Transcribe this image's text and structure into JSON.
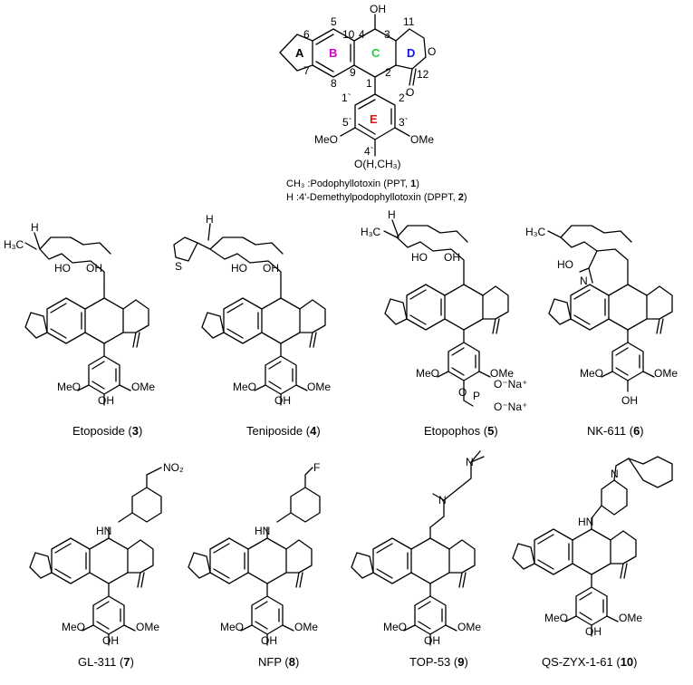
{
  "parent": {
    "ring_labels": [
      {
        "id": "A",
        "text": "A",
        "color": "#000000"
      },
      {
        "id": "B",
        "text": "B",
        "color": "#d000c8"
      },
      {
        "id": "C",
        "text": "C",
        "color": "#1dcf3a"
      },
      {
        "id": "D",
        "text": "D",
        "color": "#1515e0"
      },
      {
        "id": "E",
        "text": "E",
        "color": "#e01515"
      }
    ],
    "atom_numbers": [
      "5",
      "4",
      "10",
      "3",
      "11",
      "6",
      "7",
      "8",
      "9",
      "1",
      "2",
      "12",
      "1`",
      "2`",
      "5`",
      "3`",
      "4`"
    ],
    "groups": {
      "oh": "OH",
      "o_lactone": "O",
      "o_carbonyl": "O",
      "ome_left": "MeO",
      "ome_right": "OMe",
      "o_sub": "O(H,CH₃)"
    },
    "legend": [
      {
        "prefix": "CH₃ :Podophyllotoxin (PPT, ",
        "num": "1",
        "suffix": ")"
      },
      {
        "prefix": "H   :4'-Demethylpodophyllotoxin (DPPT, ",
        "num": "2",
        "suffix": ")"
      }
    ]
  },
  "compounds": [
    {
      "name": "Etoposide (",
      "num": "3",
      "close": ")"
    },
    {
      "name": "Teniposide (",
      "num": "4",
      "close": ")"
    },
    {
      "name": "Etopophos (",
      "num": "5",
      "close": ")"
    },
    {
      "name": "NK-611 (",
      "num": "6",
      "close": ")"
    },
    {
      "name": "GL-311 (",
      "num": "7",
      "close": ")"
    },
    {
      "name": "NFP (",
      "num": "8",
      "close": ")"
    },
    {
      "name": "TOP-53 (",
      "num": "9",
      "close": ")"
    },
    {
      "name": "QS-ZYX-1-61 (",
      "num": "10",
      "close": ")"
    }
  ],
  "substituent_labels": {
    "h": "H",
    "h3c": "H₃C",
    "ho": "HO",
    "oh": "OH",
    "o": "O",
    "s": "S",
    "n": "N",
    "hn": "HN",
    "no2": "NO₂",
    "f": "F",
    "meo": "MeO",
    "ome": "OMe",
    "p": "P",
    "ona_top": "O⁻Na⁺",
    "ona_bot": "O⁻Na⁺"
  }
}
